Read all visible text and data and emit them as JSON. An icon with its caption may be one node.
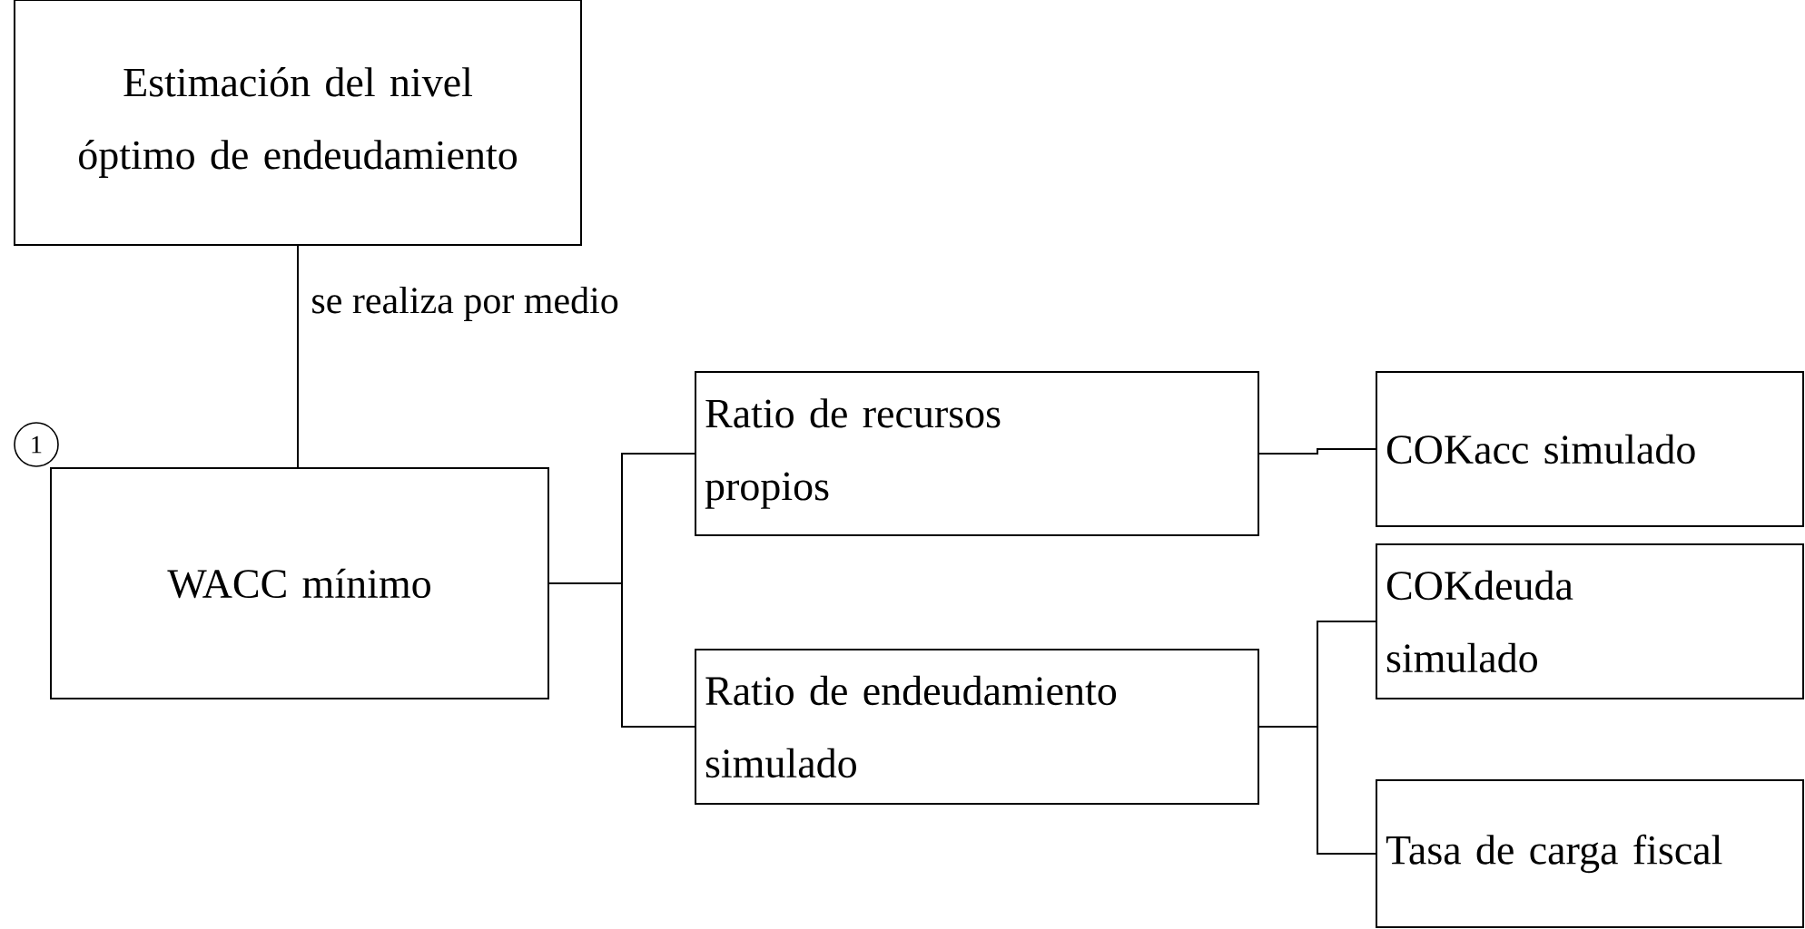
{
  "diagram": {
    "nodes": [
      {
        "text": [
          "Estimación del nivel óptimo de endeudamiento"
        ]
      },
      {
        "text": [
          "1"
        ]
      },
      {
        "text": [
          "WACC mínimo"
        ]
      },
      {
        "text": [
          "Ratio de recursos propios"
        ]
      },
      {
        "text": [
          "COKacc simulado"
        ]
      },
      {
        "text": [
          "Ratio de endeudamiento simulado"
        ]
      },
      {
        "text": [
          "COKdeuda simulado"
        ]
      },
      {
        "text": [
          "Tasa de carga fiscal"
        ]
      }
    ],
    "edges": [
      {
        "from": 0,
        "to": 2,
        "arrow": "none",
        "label": "se realiza por medio"
      },
      {
        "from": 2,
        "to": 3,
        "arrow": "none"
      },
      {
        "from": 3,
        "to": 4,
        "arrow": "none"
      },
      {
        "from": 2,
        "to": 5,
        "arrow": "none"
      },
      {
        "from": 5,
        "to": 6,
        "arrow": "none"
      },
      {
        "from": 5,
        "to": 7,
        "arrow": "none"
      }
    ]
  }
}
